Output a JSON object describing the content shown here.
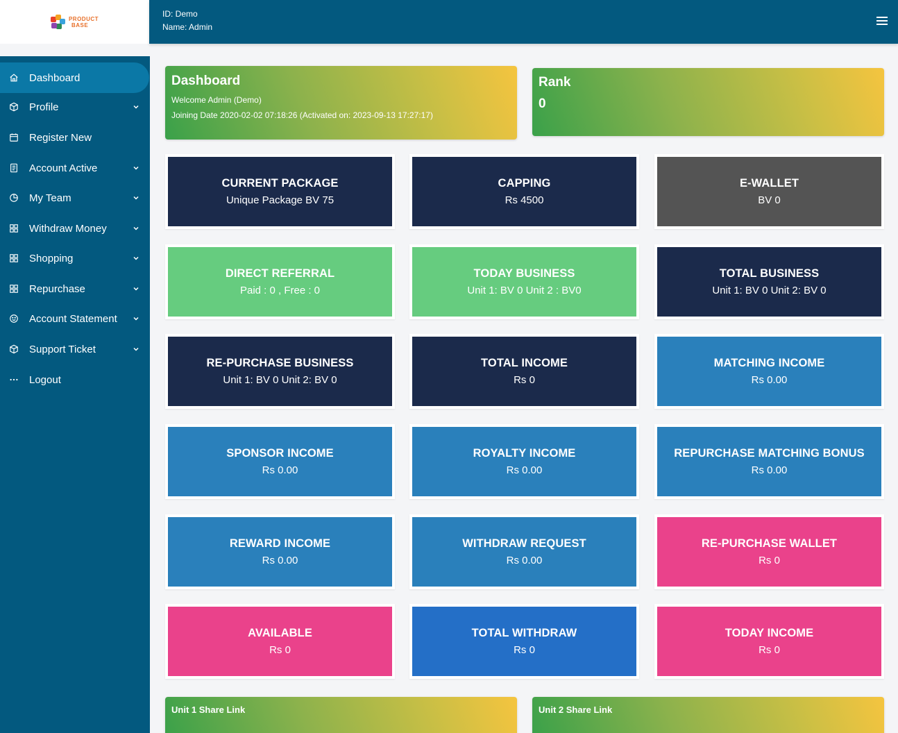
{
  "header": {
    "logo_line1": "PRODUCT",
    "logo_line2": "BASE",
    "id_text": "ID: Demo",
    "name_text": "Name: Admin",
    "menu_icon": "hamburger-icon"
  },
  "sidebar": {
    "items": [
      {
        "label": "Dashboard",
        "icon": "home-icon",
        "active": true
      },
      {
        "label": "Profile",
        "icon": "box-icon",
        "chevron": true
      },
      {
        "label": "Register New",
        "icon": "calendar-icon"
      },
      {
        "label": "Account Active",
        "icon": "document-icon",
        "chevron": true
      },
      {
        "label": "My Team",
        "icon": "pie-chart-icon",
        "chevron": true
      },
      {
        "label": "Withdraw Money",
        "icon": "grid-icon",
        "chevron": true
      },
      {
        "label": "Shopping",
        "icon": "grid-icon",
        "chevron": true
      },
      {
        "label": "Repurchase",
        "icon": "grid-icon",
        "chevron": true
      },
      {
        "label": "Account Statement",
        "icon": "smile-icon",
        "chevron": true
      },
      {
        "label": "Support Ticket",
        "icon": "box-icon",
        "chevron": true
      },
      {
        "label": "Logout",
        "icon": "dots-icon"
      }
    ]
  },
  "dashboard_banner": {
    "title": "Dashboard",
    "welcome": "Welcome Admin (Demo)",
    "joining": "Joining Date 2020-02-02 07:18:26 (Activated on: 2023-09-13 17:27:17)"
  },
  "rank_banner": {
    "title": "Rank",
    "value": "0"
  },
  "cards": [
    {
      "title": "CURRENT PACKAGE",
      "value": "Unique Package BV 75",
      "color": "#1b2a4b"
    },
    {
      "title": "CAPPING",
      "value": "Rs 4500",
      "color": "#1b2a4b"
    },
    {
      "title": "E-WALLET",
      "value": "BV 0",
      "color": "#545454"
    },
    {
      "title": "DIRECT REFERRAL",
      "value": "Paid : 0 , Free : 0",
      "color": "#66cc7f"
    },
    {
      "title": "TODAY BUSINESS",
      "value": "Unit 1: BV 0 Unit 2 : BV0",
      "color": "#66cc7f"
    },
    {
      "title": "TOTAL BUSINESS",
      "value": "Unit 1: BV 0 Unit 2: BV 0",
      "color": "#1b2a4b"
    },
    {
      "title": "RE-PURCHASE BUSINESS",
      "value": "Unit 1: BV 0 Unit 2: BV 0",
      "color": "#1b2a4b"
    },
    {
      "title": "TOTAL INCOME",
      "value": "Rs 0",
      "color": "#1b2a4b"
    },
    {
      "title": "MATCHING INCOME",
      "value": "Rs 0.00",
      "color": "#2a80bb"
    },
    {
      "title": "SPONSOR INCOME",
      "value": "Rs 0.00",
      "color": "#2a80bb"
    },
    {
      "title": "ROYALTY INCOME",
      "value": "Rs 0.00",
      "color": "#2a80bb"
    },
    {
      "title": "REPURCHASE MATCHING BONUS",
      "value": "Rs 0.00",
      "color": "#2a80bb"
    },
    {
      "title": "REWARD INCOME",
      "value": "Rs 0.00",
      "color": "#2a80bb"
    },
    {
      "title": "WITHDRAW REQUEST",
      "value": "Rs 0.00",
      "color": "#2a80bb"
    },
    {
      "title": "RE-PURCHASE WALLET",
      "value": "Rs 0",
      "color": "#ea428b"
    },
    {
      "title": "AVAILABLE",
      "value": "Rs 0",
      "color": "#ea428b"
    },
    {
      "title": "TOTAL WITHDRAW",
      "value": "Rs 0",
      "color": "#246fc7"
    },
    {
      "title": "TODAY INCOME",
      "value": "Rs 0",
      "color": "#ea428b"
    }
  ],
  "share_links": {
    "unit1_title": "Unit 1 Share Link",
    "unit2_title": "Unit 2 Share Link"
  },
  "colors": {
    "sidebar": "#03597f",
    "active_item": "#0b78a6",
    "background": "#f4f5f7"
  }
}
